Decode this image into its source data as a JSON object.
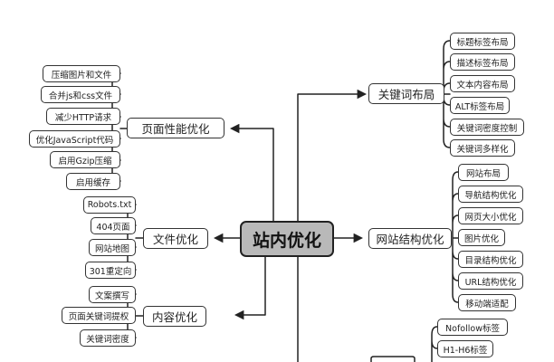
{
  "center": "站内优化",
  "branches": {
    "page_perf": {
      "label": "页面性能优化",
      "leaves": [
        "压缩图片和文件",
        "合并js和css文件",
        "减少HTTP请求",
        "优化JavaScript代码",
        "启用Gzip压缩",
        "启用缓存"
      ]
    },
    "file_opt": {
      "label": "文件优化",
      "leaves": [
        "Robots.txt",
        "404页面",
        "网站地图",
        "301重定向"
      ]
    },
    "content_opt": {
      "label": "内容优化",
      "leaves": [
        "文案撰写",
        "页面关键词提权",
        "关键词密度"
      ]
    },
    "keyword_layout": {
      "label": "关键词布局",
      "leaves": [
        "标题标签布局",
        "描述标签布局",
        "文本内容布局",
        "ALT标签布局",
        "关键词密度控制",
        "关键词多样化"
      ]
    },
    "site_structure": {
      "label": "网站结构优化",
      "leaves": [
        "网站布局",
        "导航结构优化",
        "网页大小优化",
        "图片优化",
        "目录结构优化",
        "URL结构优化",
        "移动端适配"
      ]
    },
    "tag_opt": {
      "label": "",
      "leaves": [
        "Nofollow标签",
        "H1-H6标签"
      ]
    }
  }
}
